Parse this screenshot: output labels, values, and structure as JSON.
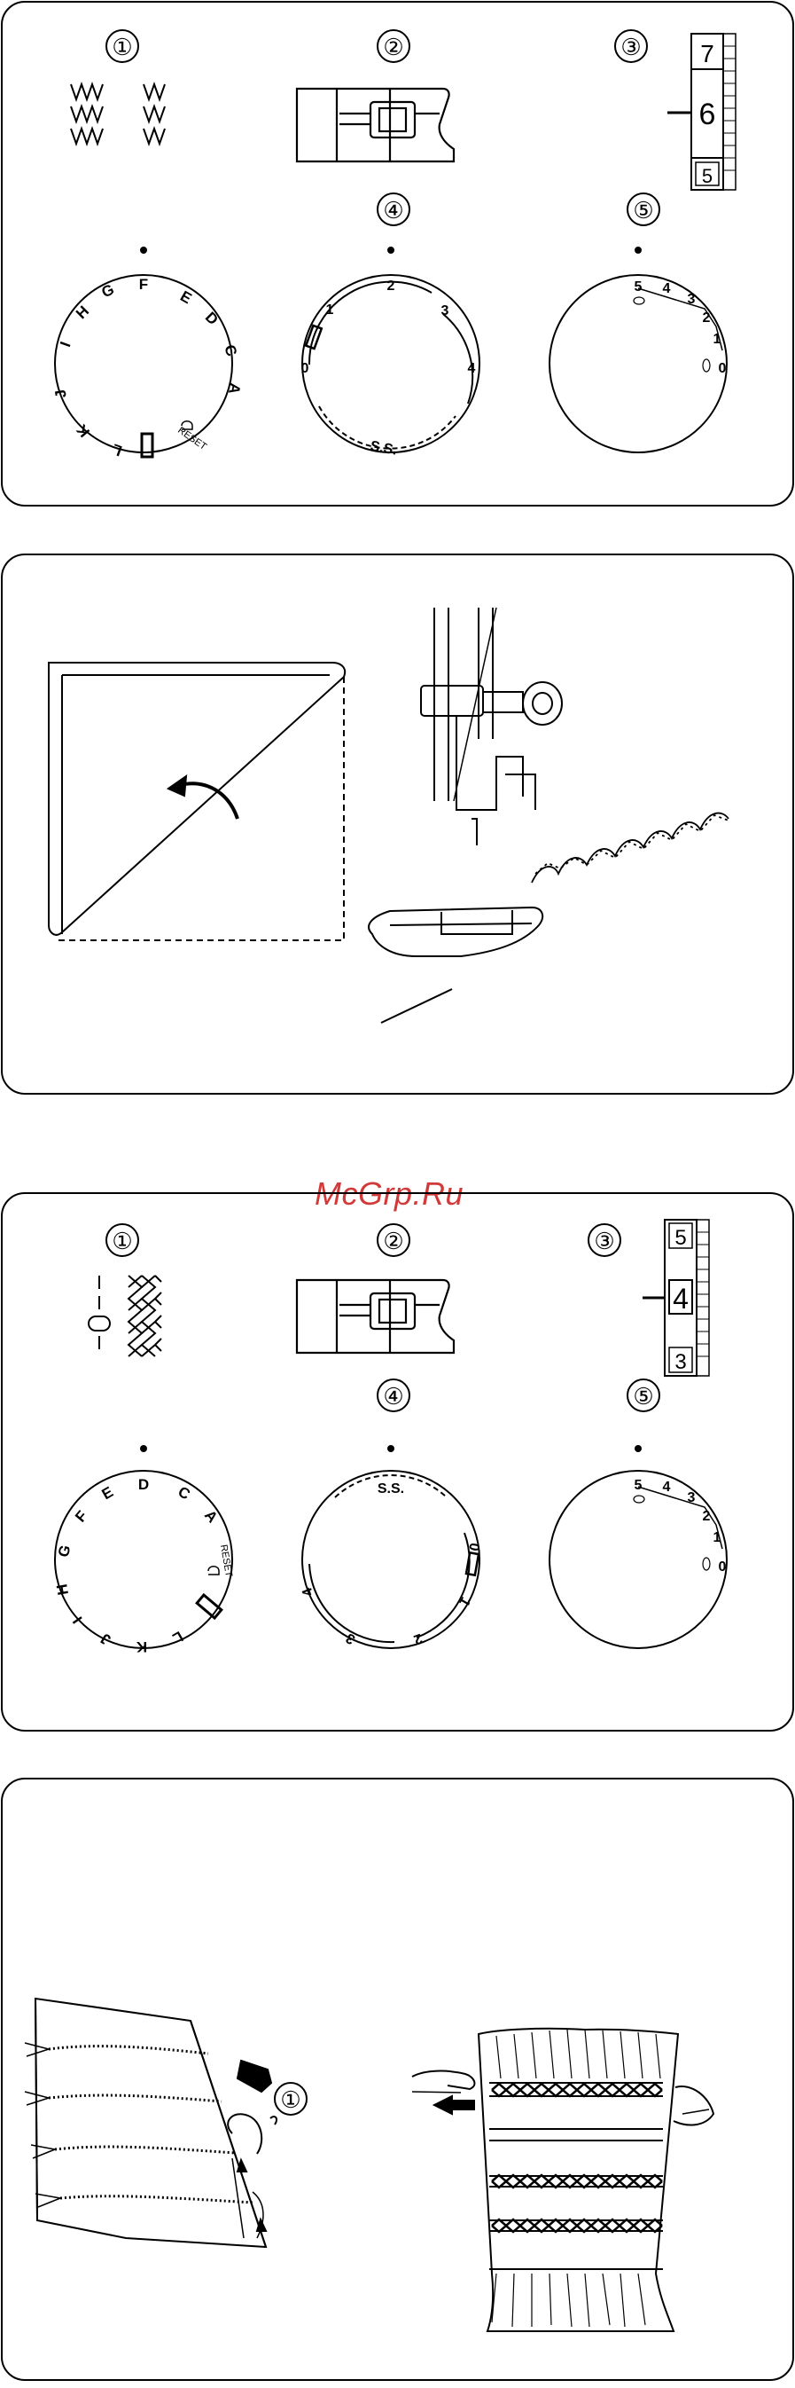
{
  "watermark": "McGrp.Ru",
  "panel1": {
    "markers": [
      "①",
      "②",
      "③",
      "④",
      "⑤"
    ],
    "length_scale": [
      "7",
      "6",
      "5"
    ],
    "pattern_dial": [
      "F",
      "E",
      "D",
      "C",
      "A",
      "G",
      "H",
      "I",
      "J",
      "K",
      "L",
      "RESET"
    ],
    "width_dial": [
      "0",
      "1",
      "2",
      "3",
      "4",
      "S.S."
    ],
    "tension_dial": [
      "5",
      "4",
      "3",
      "2",
      "1",
      "0"
    ]
  },
  "panel3": {
    "markers": [
      "①",
      "②",
      "③",
      "④",
      "⑤"
    ],
    "length_scale": [
      "5",
      "4",
      "3"
    ],
    "pattern_dial": [
      "D",
      "C",
      "A",
      "E",
      "F",
      "G",
      "H",
      "I",
      "J",
      "K",
      "L",
      "RESET"
    ],
    "width_dial": [
      "S.S.",
      "0",
      "1",
      "2",
      "3",
      "4"
    ],
    "tension_dial": [
      "5",
      "4",
      "3",
      "2",
      "1",
      "0"
    ]
  },
  "panel4": {
    "markers": [
      "①"
    ]
  }
}
